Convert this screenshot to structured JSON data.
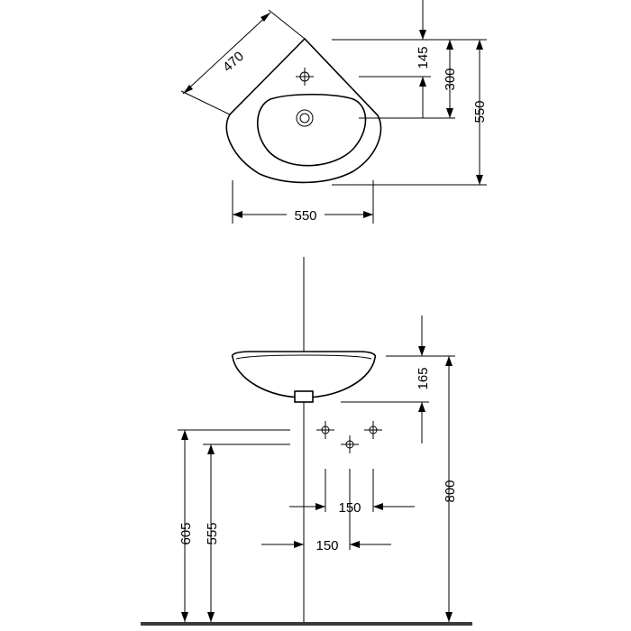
{
  "plan_view": {
    "dims": {
      "diagonal": "470",
      "tap_offset": "145",
      "bowl_center": "300",
      "depth": "550",
      "width": "550"
    }
  },
  "elevation_view": {
    "dims": {
      "rim_to_waste": "165",
      "rim_height": "800",
      "supply_height": "605",
      "waste_height": "555",
      "supply_spacing": "150",
      "waste_spacing": "150"
    }
  },
  "colors": {
    "line": "#000000",
    "ground": "#3a3a3a",
    "background": "#ffffff"
  }
}
